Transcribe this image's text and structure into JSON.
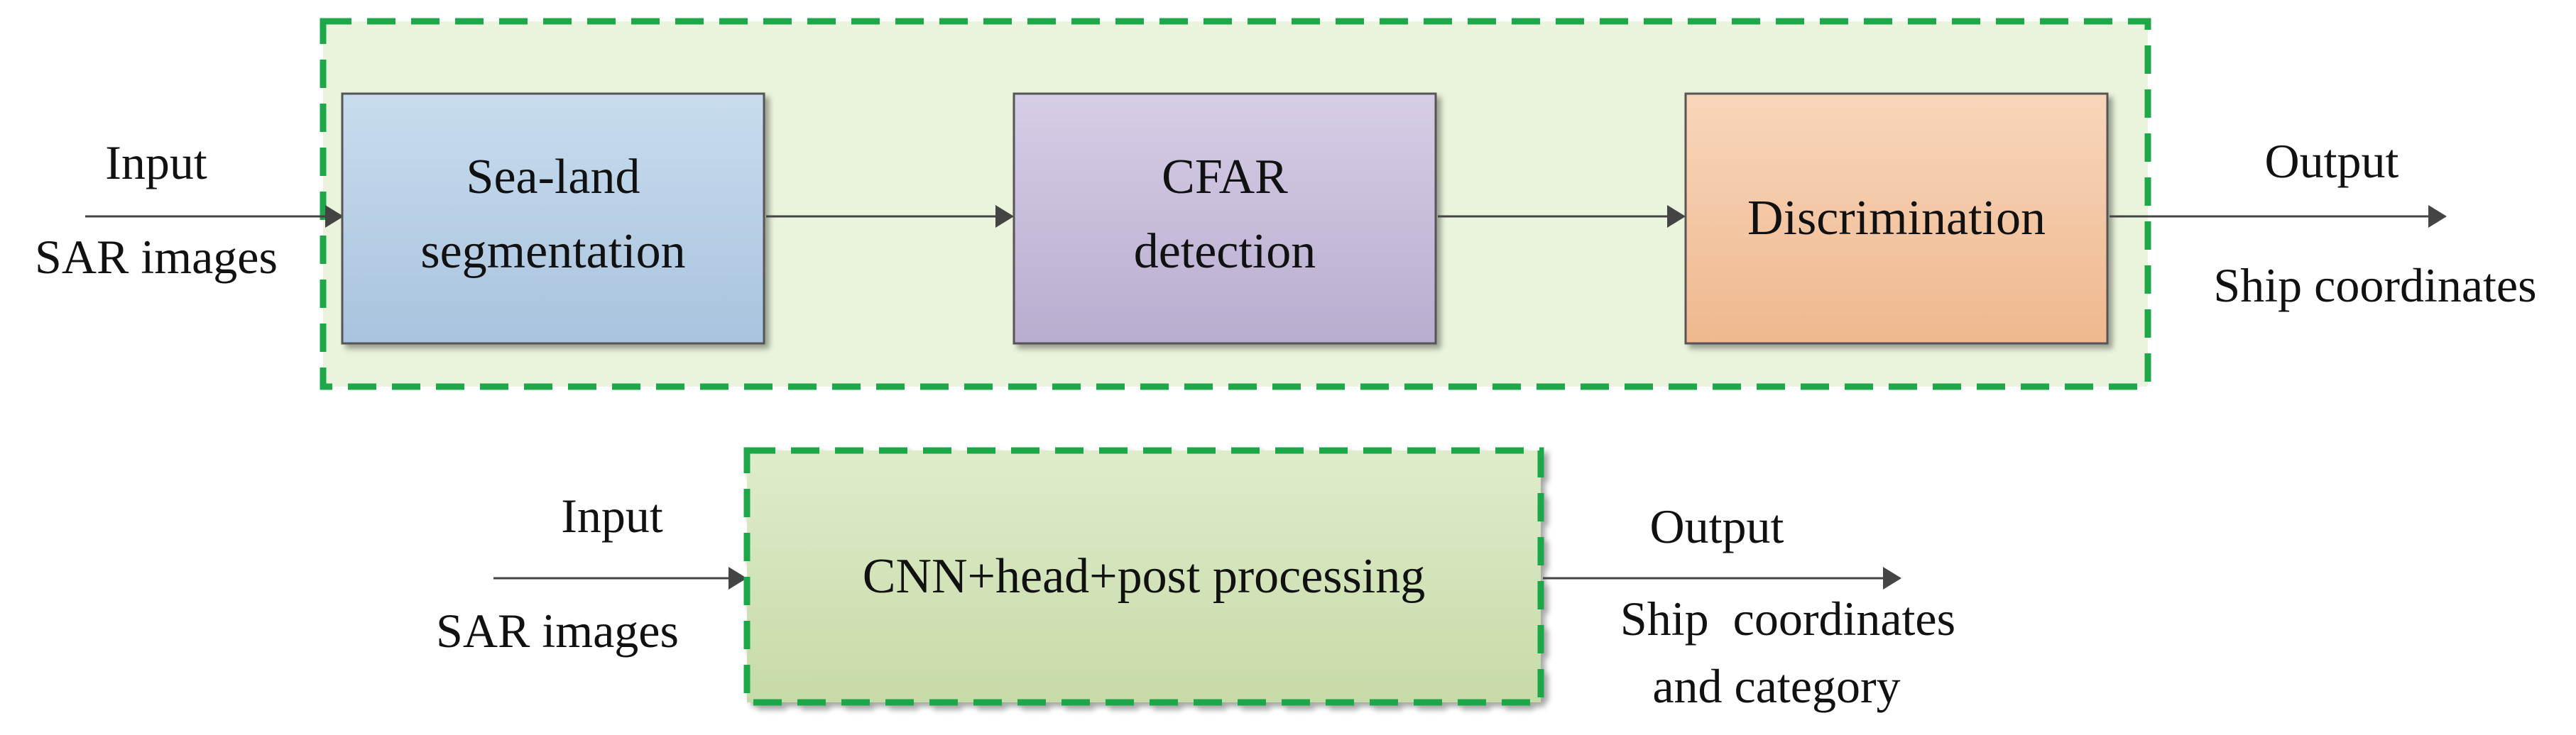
{
  "top_pipeline": {
    "input_label": "Input",
    "input_sublabel": "SAR images",
    "stages": [
      {
        "lines": [
          "Sea-land",
          "segmentation"
        ]
      },
      {
        "lines": [
          "CFAR",
          "detection"
        ]
      },
      {
        "lines": [
          "Discrimination"
        ]
      }
    ],
    "output_label": "Output",
    "output_sublabel": "Ship coordinates"
  },
  "bottom_pipeline": {
    "input_label": "Input",
    "input_sublabel": "SAR images",
    "stage_label": "CNN+head+post processing",
    "output_label": "Output",
    "output_sublabel_line1": "Ship  coordinates",
    "output_sublabel_line2": "and category"
  },
  "colors": {
    "dashed_border": "#1fa84a",
    "group_fill": "#eaf3dc",
    "stage1_fill": "#b9d0e6",
    "stage2_fill": "#c9bedb",
    "stage3_fill": "#f4c7a3",
    "bottom_stage_fill": "#d3e3bb",
    "arrow": "#444444"
  }
}
